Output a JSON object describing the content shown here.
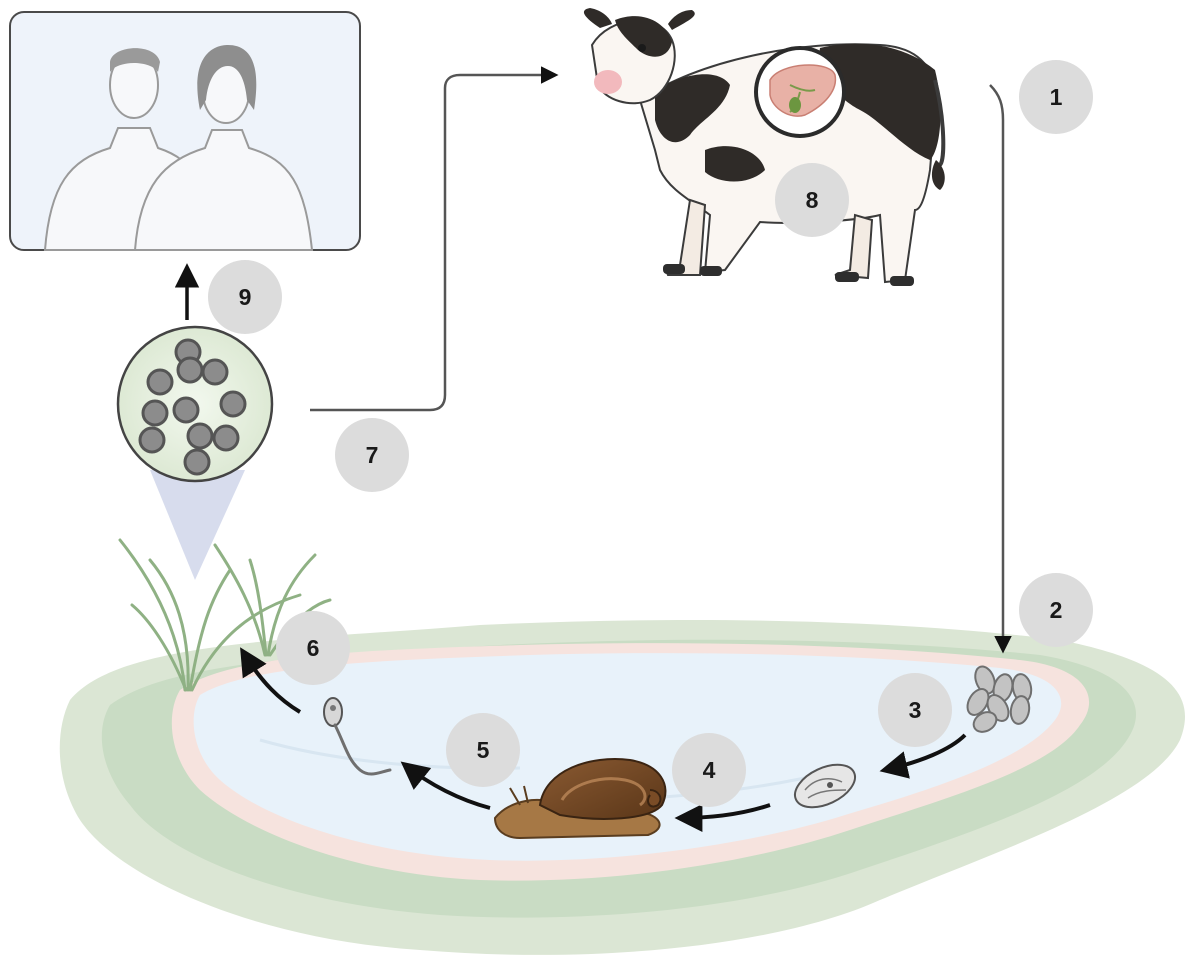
{
  "steps": {
    "s1": "1",
    "s2": "2",
    "s3": "3",
    "s4": "4",
    "s5": "5",
    "s6": "6",
    "s7": "7",
    "s8": "8",
    "s9": "9"
  },
  "colors": {
    "badge": "#dcdcdc",
    "water": "#e7f1f9",
    "grass_ground": "#cfe0c8",
    "shore": "#f7e4df",
    "arrow": "#111111"
  },
  "icons": {
    "host_definitive": "cow-icon",
    "organ": "liver-icon",
    "host_human": "humans-icon",
    "eggs": "eggs-icon",
    "miracidium": "miracidium-icon",
    "intermediate_host": "snail-icon",
    "cercaria": "cercaria-icon",
    "metacercariae": "metacercariae-icon",
    "vegetation": "grass-icon",
    "habitat": "pond-icon"
  }
}
